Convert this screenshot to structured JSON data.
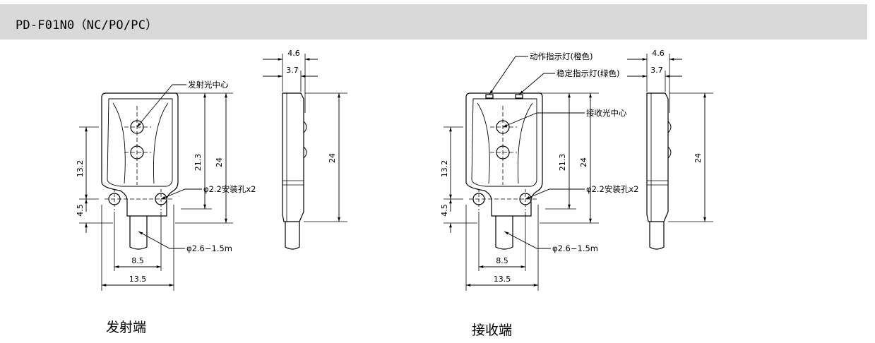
{
  "header": {
    "title": "PD-F01N0（NC/PO/PC）"
  },
  "emitter": {
    "caption": "发射端",
    "callout_light_center": "发射光中心",
    "callout_mount_hole": "φ2.2安装孔x2",
    "callout_cable": "φ2.6−1.5m",
    "dims": {
      "height_lower": "4.5",
      "height_upper": "13.2",
      "height_mid": "21.3",
      "height_total": "24",
      "width_inner": "8.5",
      "width_total": "13.5"
    },
    "side": {
      "dim_top1": "4.6",
      "dim_top2": "3.7",
      "dim_height": "24"
    }
  },
  "receiver": {
    "caption": "接收端",
    "callout_action_led": "动作指示灯(橙色)",
    "callout_stable_led": "稳定指示灯(绿色)",
    "callout_light_center": "接收光中心",
    "callout_mount_hole": "φ2.2安装孔x2",
    "callout_cable": "φ2.6−1.5m",
    "dims": {
      "height_lower": "4.5",
      "height_upper": "13.2",
      "height_mid": "21.3",
      "height_total": "24",
      "width_inner": "8.5",
      "width_total": "13.5"
    },
    "side": {
      "dim_top1": "4.6",
      "dim_top2": "3.7",
      "dim_height": "24"
    }
  }
}
